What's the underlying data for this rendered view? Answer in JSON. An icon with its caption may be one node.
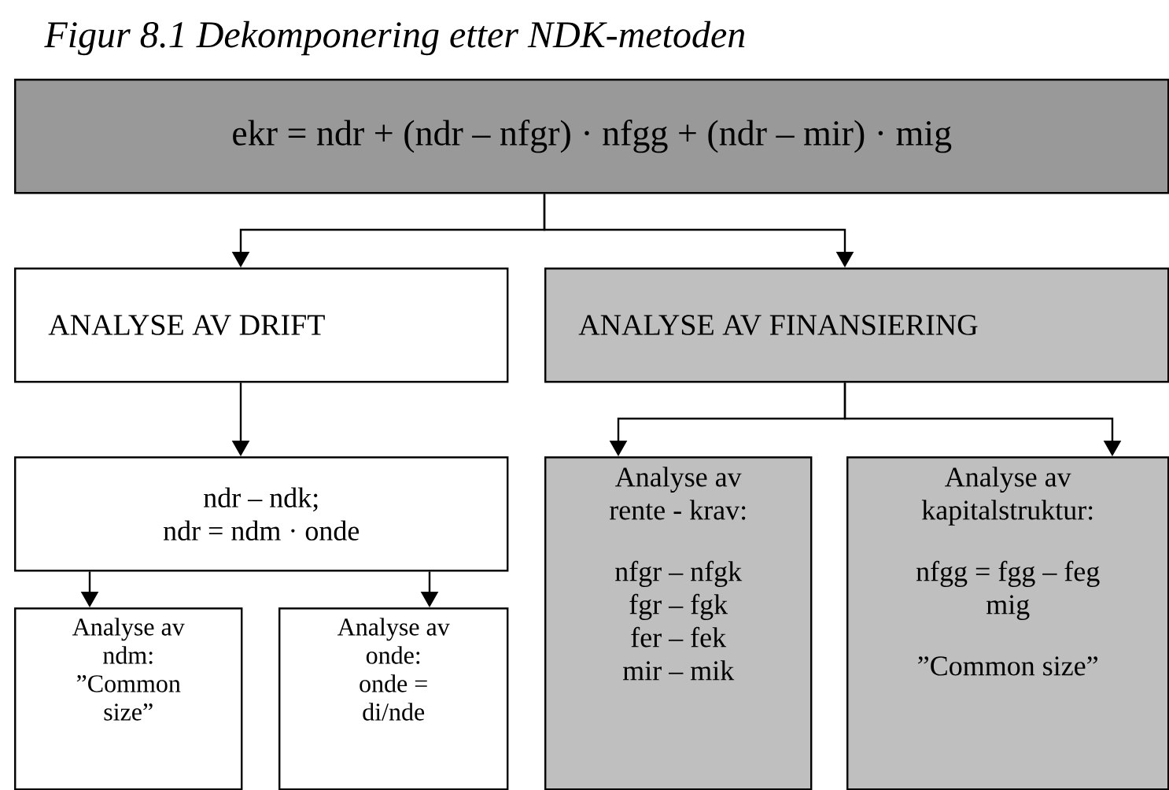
{
  "diagram": {
    "title": "Figur 8.1 Dekomponering etter NDK-metoden",
    "nodes": [
      {
        "text": [
          "ekr = ndr + (ndr – nfgr) · nfgg + (ndr – mir) · mig"
        ]
      },
      {
        "text": [
          "ANALYSE AV DRIFT"
        ]
      },
      {
        "text": [
          "ANALYSE AV FINANSIERING"
        ]
      },
      {
        "text": [
          "ndr – ndk;",
          "ndr = ndm · onde"
        ]
      },
      {
        "text": [
          "Analyse av ndm:",
          "”Common size”"
        ]
      },
      {
        "text": [
          "Analyse av onde:",
          "onde = di/nde"
        ]
      },
      {
        "text": [
          "Analyse av rente - krav:",
          "nfgr – nfgk",
          "fgr – fgk",
          "fer – fek",
          "mir – mik"
        ]
      },
      {
        "text": [
          "Analyse av kapitalstruktur:",
          "nfgg = fgg – feg mig",
          "”Common size”"
        ]
      }
    ],
    "edges": [
      {
        "from": 0,
        "to": 1,
        "arrow": "to"
      },
      {
        "from": 0,
        "to": 2,
        "arrow": "to"
      },
      {
        "from": 1,
        "to": 3,
        "arrow": "to"
      },
      {
        "from": 2,
        "to": 6,
        "arrow": "to"
      },
      {
        "from": 2,
        "to": 7,
        "arrow": "to"
      },
      {
        "from": 3,
        "to": 4,
        "arrow": "to"
      },
      {
        "from": 3,
        "to": 5,
        "arrow": "to"
      }
    ]
  }
}
